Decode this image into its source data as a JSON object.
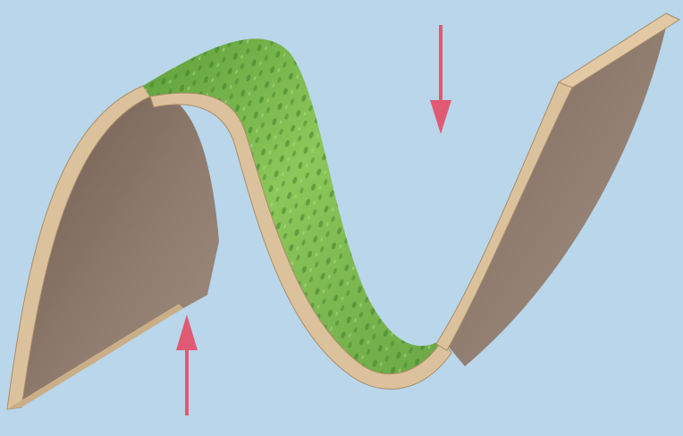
{
  "figure": {
    "background_color": "#b9d6ea",
    "layer_top_color": "#76b34a",
    "layer_side_color": "#8b7668",
    "layer_edge_color": "#dcc29c",
    "arrow_color": "#e05a74"
  },
  "arrows": [
    {
      "direction": "down",
      "meaning": "compression"
    },
    {
      "direction": "up",
      "meaning": "compression"
    }
  ]
}
